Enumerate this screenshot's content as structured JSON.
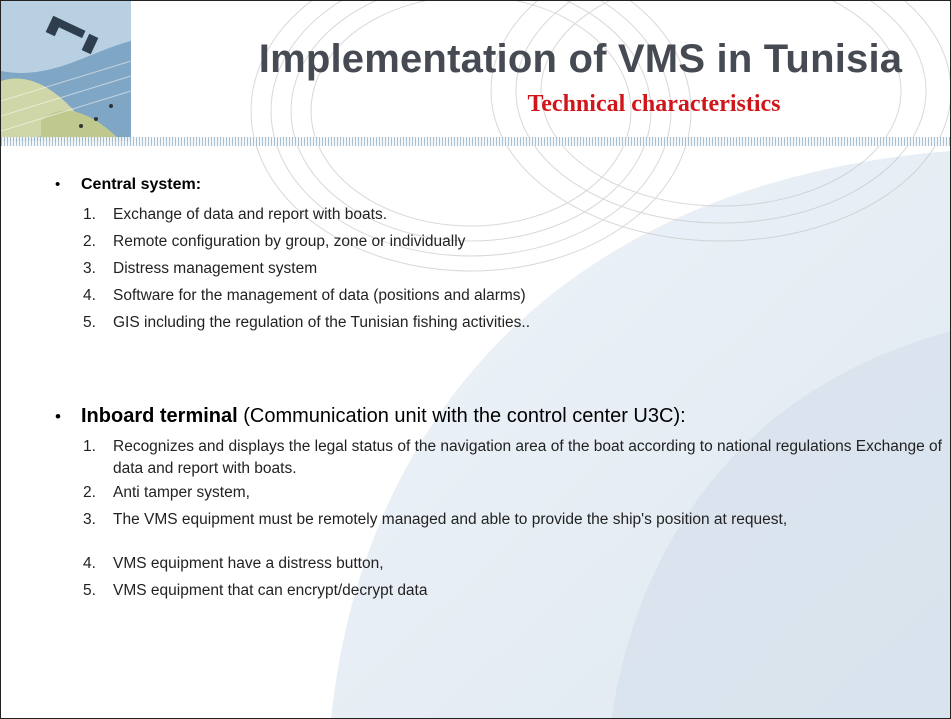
{
  "title": "Implementation of VMS in Tunisia",
  "subtitle": "Technical characteristics",
  "sections": [
    {
      "heading": "Central system:",
      "items": [
        {
          "n": "1.",
          "text": "Exchange of data and report with boats."
        },
        {
          "n": "2.",
          "text": "Remote configuration by group, zone or individually"
        },
        {
          "n": "3.",
          "text": "Distress management system"
        },
        {
          "n": "4.",
          "text": "Software for the management of data (positions and alarms)"
        },
        {
          "n": "5.",
          "text": "GIS including the regulation of the Tunisian fishing activities.."
        }
      ]
    },
    {
      "heading": "Inboard terminal",
      "heading_suffix": " (Communication unit with the control center U3C):",
      "items": [
        {
          "n": "1.",
          "text": "Recognizes and displays the legal status of the navigation area of the boat according to national regulations Exchange of data and report with boats."
        },
        {
          "n": "2.",
          "text": "Anti tamper system,"
        },
        {
          "n": "3.",
          "text": "The VMS equipment must be remotely managed and able to provide the ship's position at request,"
        },
        {
          "n": "4.",
          "text": "VMS equipment have a distress button,"
        },
        {
          "n": "5.",
          "text": "VMS equipment that can encrypt/decrypt data"
        }
      ]
    }
  ]
}
